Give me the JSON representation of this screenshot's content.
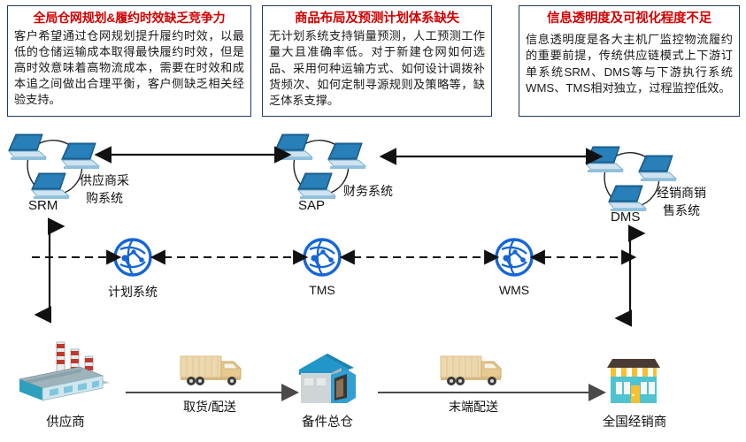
{
  "callouts": [
    {
      "title": "全局仓网规划&履约时效缺乏竞争力",
      "body": "客户希望通过仓网规划提升履约时效，以最低的仓储运输成本取得最快履约时效，但是高时效意味着高物流成本，需要在时效和成本追之间做出合理平衡，客户侧缺乏相关经验支持。"
    },
    {
      "title": "商品布局及预测计划体系缺失",
      "body": "无计划系统支持销量预测，人工预测工作量大且准确率低。对于新建仓网如何选品、采用何种运输方式、如何设计调拨补货频次、如何定制寻源规则及策略等，缺乏体系支撑。"
    },
    {
      "title": "信息透明度及可视化程度不足",
      "body": "信息透明度是各大主机厂监控物流履约的重要前提，传统供应链模式上下游订单系统SRM、DMS等与下游执行系统WMS、TMS相对独立，过程监控低效。"
    }
  ],
  "systems": [
    {
      "code": "SRM",
      "desc_line1": "供应商采",
      "desc_line2": "购系统"
    },
    {
      "code": "SAP",
      "desc_line1": "财务系统",
      "desc_line2": ""
    },
    {
      "code": "DMS",
      "desc_line1": "经销商销",
      "desc_line2": "售系统"
    }
  ],
  "platforms": [
    {
      "label": "计划系统"
    },
    {
      "label": "TMS"
    },
    {
      "label": "WMS"
    }
  ],
  "chain": {
    "supplier": "供应商",
    "pickup_delivery": "取货/配送",
    "central_warehouse": "备件总仓",
    "last_mile": "末端配送",
    "dealer": "全国经销商"
  },
  "colors": {
    "callout_border": "#1f3864",
    "callout_title": "#d00000",
    "laptop_blue": "#1f6fa8",
    "globe_blue": "#1565d8",
    "arrow_black": "#111111",
    "factory_teal": "#8fb9c4",
    "truck_tan": "#e8d3a9",
    "store_teal": "#4fc3cf",
    "store_roof": "#4a3c34",
    "awning_yellow": "#f5c032"
  }
}
